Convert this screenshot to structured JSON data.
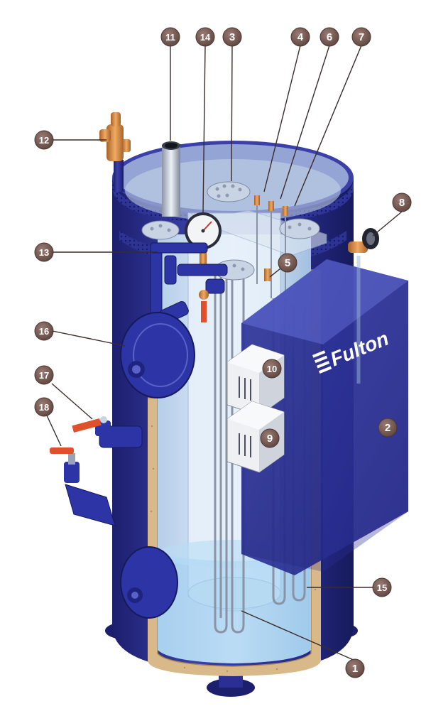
{
  "brand": {
    "name": "Fulton"
  },
  "colors": {
    "vessel": "#2b2f93",
    "vessel_dark": "#1c1f6e",
    "vessel_light": "#5a62c8",
    "glass": "#cfe3f5",
    "insulation": "#d9b98a",
    "brass": "#d38a45",
    "red_handle": "#e0502a",
    "callout": "#7b6058",
    "leader": "#3a2c2a"
  },
  "callouts": [
    {
      "id": "1",
      "label": "1"
    },
    {
      "id": "2",
      "label": "2"
    },
    {
      "id": "3",
      "label": "3"
    },
    {
      "id": "4",
      "label": "4"
    },
    {
      "id": "5",
      "label": "5"
    },
    {
      "id": "6",
      "label": "6"
    },
    {
      "id": "7",
      "label": "7"
    },
    {
      "id": "8",
      "label": "8"
    },
    {
      "id": "9",
      "label": "9"
    },
    {
      "id": "10",
      "label": "10"
    },
    {
      "id": "11",
      "label": "11"
    },
    {
      "id": "12",
      "label": "12"
    },
    {
      "id": "13",
      "label": "13"
    },
    {
      "id": "14",
      "label": "14"
    },
    {
      "id": "15",
      "label": "15"
    },
    {
      "id": "16",
      "label": "16"
    },
    {
      "id": "17",
      "label": "17"
    },
    {
      "id": "18",
      "label": "18"
    }
  ]
}
